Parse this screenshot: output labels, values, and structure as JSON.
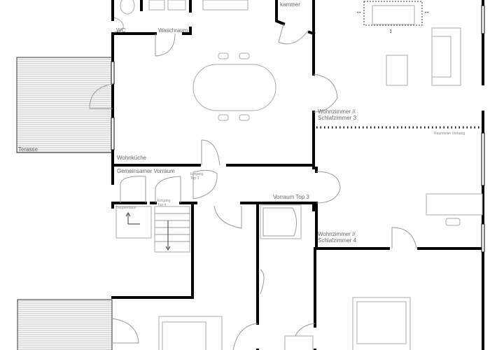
{
  "rooms": {
    "speisekammer": "kammer",
    "wc": "WC",
    "waschraum": "Waschraum",
    "terasse": "Terasse",
    "wohnkueche": "Wohnküche",
    "gemeinsamer_vorraum": "Gemeinsamer Vorraum",
    "eingang_top3": "Eingang\nTop 3",
    "treppenhaus": "Treppenhaus",
    "eingang_top4": "Eingang\nTop 4",
    "vorraum_top3": "Vorraum Top 3",
    "wohnzimmer3": "Wohnzimmer //\nSchlafzimmer 3",
    "raumteiler": "Raumteiler Vorhang",
    "wohnzimmer4": "Wohnzimmer //\nSchlafzimmer 4"
  },
  "colors": {
    "wall": "#000000",
    "furniture": "#aaaaaa",
    "label": "#666666"
  }
}
